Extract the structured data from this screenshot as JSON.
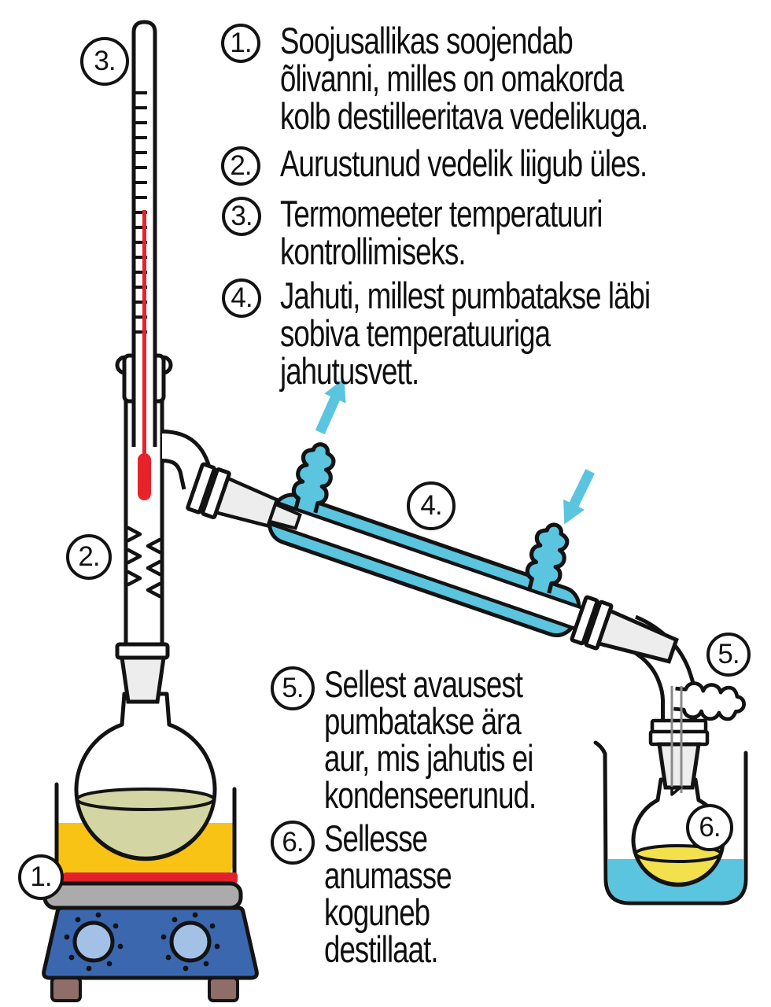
{
  "figure_subject": "Distillation apparatus diagram (Estonian labels)",
  "legend": [
    {
      "num": "1.",
      "lines": [
        "Soojusallikas soojendab",
        "õlivanni, milles on omakorda",
        "kolb destilleeritava vedelikuga."
      ]
    },
    {
      "num": "2.",
      "lines": [
        "Aurustunud vedelik liigub üles."
      ]
    },
    {
      "num": "3.",
      "lines": [
        "Termomeeter temperatuuri",
        "kontrollimiseks."
      ]
    },
    {
      "num": "4.",
      "lines": [
        "Jahuti, millest pumbatakse läbi",
        "sobiva temperatuuriga",
        "jahutusvett."
      ]
    },
    {
      "num": "5.",
      "lines": [
        "Sellest avausest",
        "pumbatakse ära",
        "aur, mis jahutis ei",
        "kondenseerunud."
      ]
    },
    {
      "num": "6.",
      "lines": [
        "Sellesse",
        "anumasse",
        "koguneb",
        "destillaat."
      ]
    }
  ],
  "markers": {
    "m1": "1.",
    "m2": "2.",
    "m3": "3.",
    "m4": "4.",
    "m5": "5.",
    "m6": "6."
  },
  "colors": {
    "outline": "#131313",
    "coolant": "#5BC4DE",
    "water": "#5BC4DE",
    "mercury": "#E52329",
    "heater": "#E2222A",
    "oil_bath": "#F9C315",
    "boiling_liquid": "#D3D5A3",
    "distillate": "#F2E04C",
    "plate": "#ABABAB",
    "hotplate": "#3B67AF",
    "knob": "#A3C1E6",
    "foot": "#8F6D68",
    "joint": "#EDEDED"
  }
}
